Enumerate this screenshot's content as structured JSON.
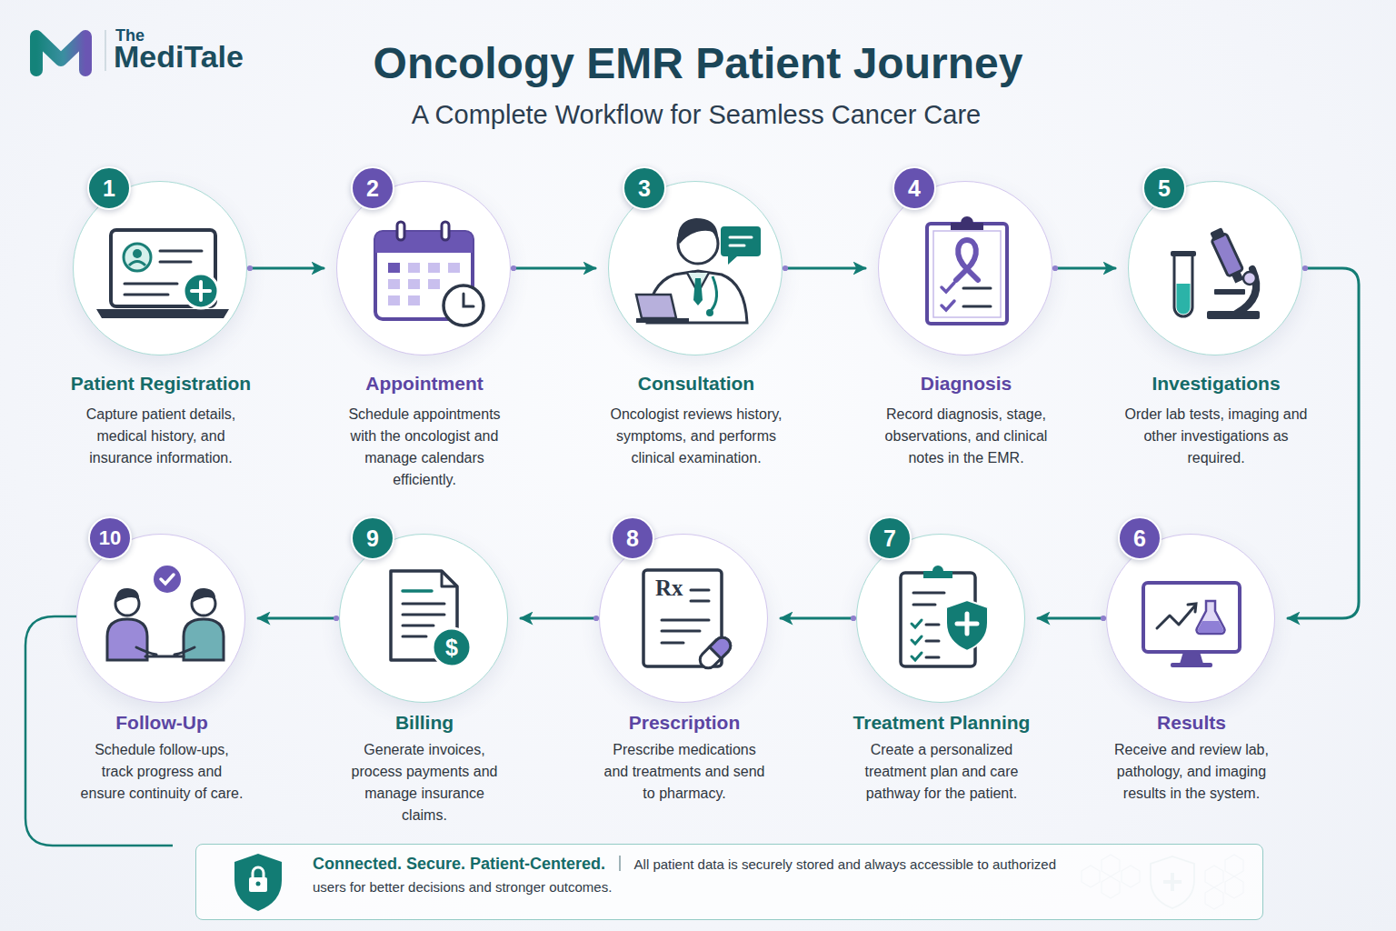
{
  "diagram": {
    "title": "Oncology EMR Patient Journey",
    "nodes": [
      {
        "text": [
          "1",
          "Patient Registration",
          "Capture patient details, medical history, and insurance information."
        ]
      },
      {
        "text": [
          "2",
          "Appointment",
          "Schedule appointments with the oncologist and manage calendars efficiently."
        ]
      },
      {
        "text": [
          "3",
          "Consultation",
          "Oncologist reviews history, symptoms, and performs clinical examination."
        ]
      },
      {
        "text": [
          "4",
          "Diagnosis",
          "Record diagnosis, stage, observations, and clinical notes in the EMR."
        ]
      },
      {
        "text": [
          "5",
          "Investigations",
          "Order lab tests, imaging and other investigations as required."
        ]
      },
      {
        "text": [
          "6",
          "Results",
          "Receive and review lab, pathology, and imaging results in the system."
        ]
      },
      {
        "text": [
          "7",
          "Treatment Planning",
          "Create a personalized treatment plan and care pathway for the patient."
        ]
      },
      {
        "text": [
          "8",
          "Prescription",
          "Prescribe medications and treatments and send to pharmacy."
        ]
      },
      {
        "text": [
          "9",
          "Billing",
          "Generate invoices, process payments and manage insurance claims."
        ]
      },
      {
        "text": [
          "10",
          "Follow-Up",
          "Schedule follow-ups, track progress and ensure continuity of care."
        ]
      },
      {
        "text": [
          "Connected. Secure. Patient-Centered.",
          "All patient data is securely stored and always accessible to authorized users for better decisions and stronger outcomes."
        ]
      }
    ],
    "edges": [
      {
        "from": 0,
        "to": 1,
        "arrow": "to"
      },
      {
        "from": 1,
        "to": 2,
        "arrow": "to"
      },
      {
        "from": 2,
        "to": 3,
        "arrow": "to"
      },
      {
        "from": 3,
        "to": 4,
        "arrow": "to"
      },
      {
        "from": 4,
        "to": 5,
        "arrow": "to"
      },
      {
        "from": 5,
        "to": 6,
        "arrow": "to"
      },
      {
        "from": 6,
        "to": 7,
        "arrow": "to"
      },
      {
        "from": 7,
        "to": 8,
        "arrow": "to"
      },
      {
        "from": 8,
        "to": 9,
        "arrow": "to"
      }
    ],
    "labels": [
      "The",
      "MediTale",
      "A Complete Workflow for Seamless Cancer Care",
      "Rx",
      "$"
    ]
  }
}
